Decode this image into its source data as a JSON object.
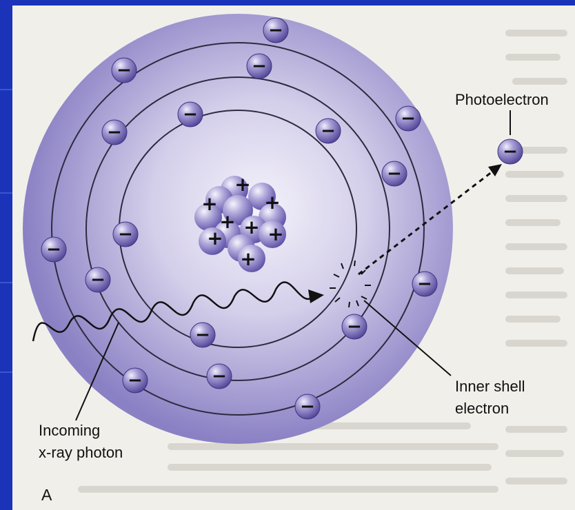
{
  "labels": {
    "photoelectron": "Photoelectron",
    "inner_shell_line1": "Inner shell",
    "inner_shell_line2": "electron",
    "incoming_line1": "Incoming",
    "incoming_line2": "x-ray photon",
    "panel_letter": "A"
  },
  "symbols": {
    "electron": "−",
    "proton": "+"
  },
  "colors": {
    "slide_background": "#1a33b8",
    "atom": "#8a80c4",
    "electron": "#5a4ea6",
    "nucleus": "#6a5fb8"
  }
}
